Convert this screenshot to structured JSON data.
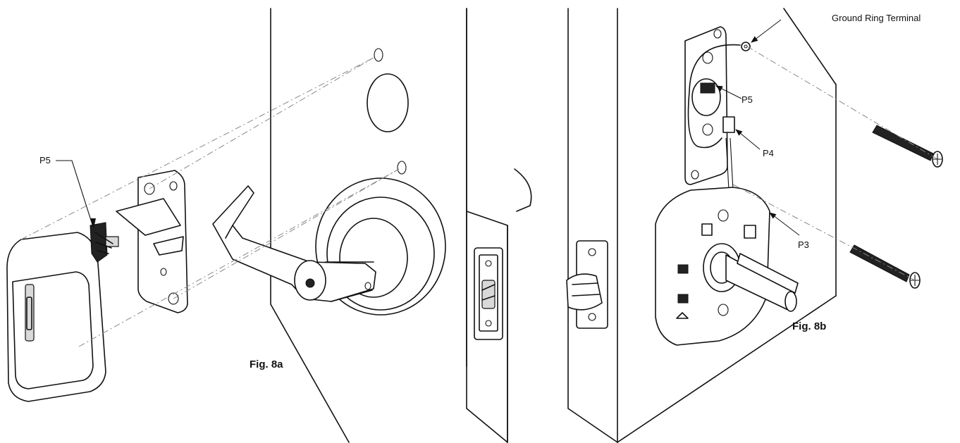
{
  "figures": {
    "fig_a": {
      "caption": "Fig. 8a",
      "callout_p5": "P5"
    },
    "fig_b": {
      "caption": "Fig. 8b",
      "callout_ground": "Ground Ring Terminal",
      "callout_p5": "P5",
      "callout_p4": "P4",
      "callout_p3": "P3"
    }
  }
}
